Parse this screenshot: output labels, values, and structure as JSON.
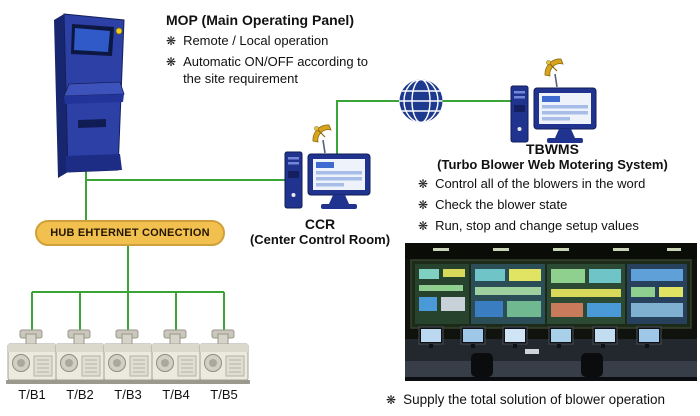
{
  "colors": {
    "line_green": "#3aa437",
    "hub_orange": "#f2c04e",
    "device_navy": "#20338f",
    "dish_yellow": "#d9a41d"
  },
  "icons": {
    "bullet": "❋"
  },
  "mop": {
    "title": "MOP (Main Operating Panel)",
    "bullets": [
      "Remote / Local operation",
      "Automatic ON/OFF according to the site requirement"
    ]
  },
  "ccr": {
    "title": "CCR",
    "subtitle": "(Center Control Room)"
  },
  "tbwms": {
    "title": "TBWMS",
    "subtitle": "(Turbo Blower Web Motering System)",
    "bullets": [
      "Control all of the blowers in the word",
      "Check the blower state",
      "Run, stop and change setup values"
    ]
  },
  "hub": {
    "label": "HUB EHTERNET CONECTION"
  },
  "blowers": [
    {
      "label": "T/B1"
    },
    {
      "label": "T/B2"
    },
    {
      "label": "T/B3"
    },
    {
      "label": "T/B4"
    },
    {
      "label": "T/B5"
    }
  ],
  "footer": {
    "note": "Supply the total solution of blower operation"
  }
}
